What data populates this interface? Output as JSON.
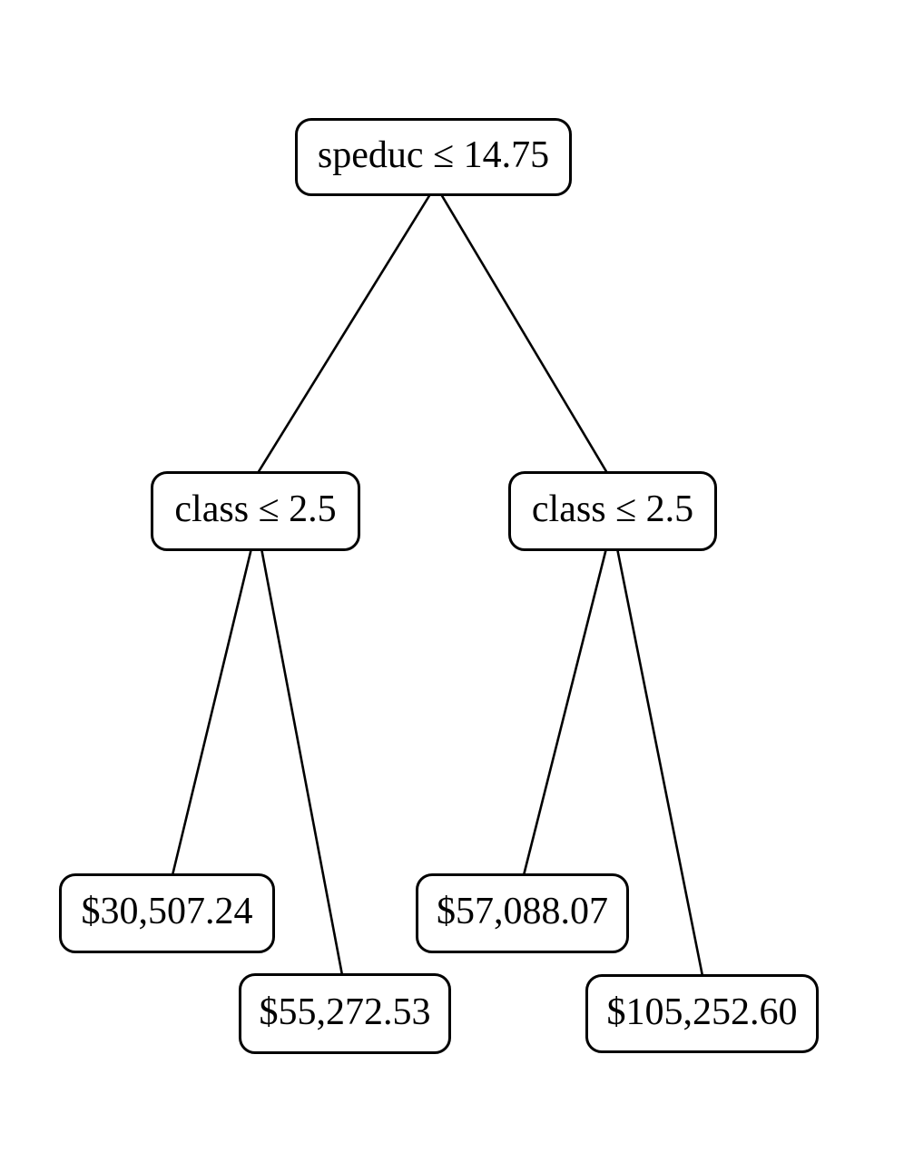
{
  "diagram": {
    "type": "decision-tree",
    "colors": {
      "background": "#ffffff",
      "node_fill": "#ffffff",
      "node_border": "#000000",
      "edge": "#000000",
      "text": "#000000"
    },
    "nodes": [
      {
        "id": "root",
        "kind": "split",
        "label": "speduc ≤ 14.75"
      },
      {
        "id": "class-left",
        "kind": "split",
        "label": "class ≤ 2.5"
      },
      {
        "id": "class-right",
        "kind": "split",
        "label": "class ≤ 2.5"
      },
      {
        "id": "leaf-1",
        "kind": "leaf",
        "label": "$30,507.24"
      },
      {
        "id": "leaf-2",
        "kind": "leaf",
        "label": "$55,272.53"
      },
      {
        "id": "leaf-3",
        "kind": "leaf",
        "label": "$57,088.07"
      },
      {
        "id": "leaf-4",
        "kind": "leaf",
        "label": "$105,252.60"
      }
    ],
    "edges": [
      {
        "from": "root",
        "to": "class-left"
      },
      {
        "from": "root",
        "to": "class-right"
      },
      {
        "from": "class-left",
        "to": "leaf-1"
      },
      {
        "from": "class-left",
        "to": "leaf-2"
      },
      {
        "from": "class-right",
        "to": "leaf-3"
      },
      {
        "from": "class-right",
        "to": "leaf-4"
      }
    ]
  }
}
